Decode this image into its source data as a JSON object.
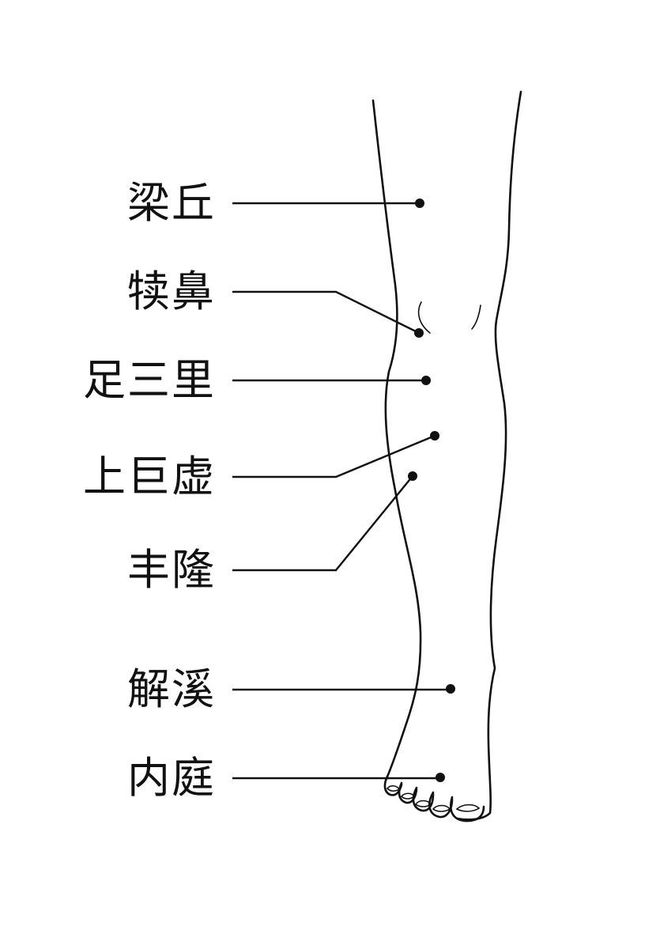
{
  "diagram": {
    "points": [
      {
        "id": "liangqiu",
        "label": "梁丘"
      },
      {
        "id": "dubi",
        "label": "犊鼻"
      },
      {
        "id": "zusanli",
        "label": "足三里"
      },
      {
        "id": "shangjuxu",
        "label": "上巨虚"
      },
      {
        "id": "fenglong",
        "label": "丰隆"
      },
      {
        "id": "jiexi",
        "label": "解溪"
      },
      {
        "id": "neiting",
        "label": "内庭"
      }
    ],
    "colors": {
      "ink": "#111111",
      "background": "#ffffff"
    }
  }
}
